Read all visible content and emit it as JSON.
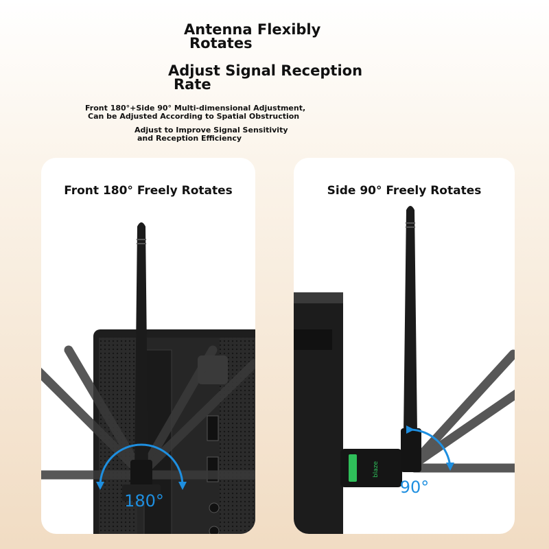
{
  "header": {
    "line1a": "Antenna Flexibly",
    "line1b": "Rotates",
    "line2a": "Adjust Signal Reception",
    "line2b": "Rate",
    "desc1a": "Front 180°+Side 90° Multi-dimensional Adjustment,",
    "desc1b": "Can be Adjusted According to Spatial Obstruction",
    "desc2a": "Adjust to Improve Signal Sensitivity",
    "desc2b": "and Reception Efficiency"
  },
  "cards": {
    "left": {
      "title": "Front 180° Freely Rotates",
      "angle_label": "180°"
    },
    "right": {
      "title": "Side 90° Freely Rotates",
      "angle_label": "90°",
      "device_brand": "blaze"
    }
  },
  "colors": {
    "accent_blue": "#1e8fe0",
    "antenna": "#1b1b1b",
    "pc_case": "#2a2a2a"
  }
}
